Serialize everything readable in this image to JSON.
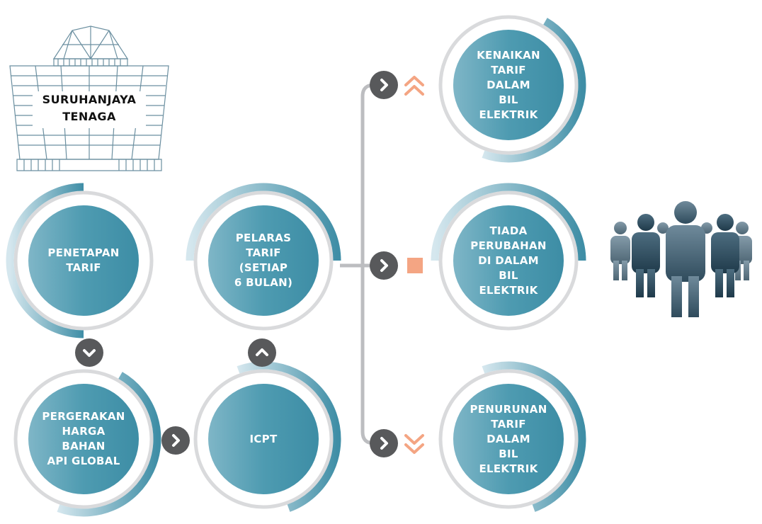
{
  "logo": {
    "line1": "SURUHANJAYA",
    "line2": "TENAGA",
    "icon": "building-icon"
  },
  "nodes": {
    "penetapan": "PENETAPAN\nTARIF",
    "pelaras": "PELARAS\nTARIF\n(SETIAP\n6 BULAN)",
    "pergerakan": "PERGERAKAN\nHARGA BAHAN\nAPI GLOBAL",
    "icpt": "ICPT",
    "kenaikan": "KENAIKAN\nTARIF DALAM\nBIL ELEKTRIK",
    "tiada": "TIADA\nPERUBAHAN\nDI DALAM BIL\nELEKTRIK",
    "penurunan": "PENURUNAN\nTARIF DALAM\nBIL ELEKTRIK"
  },
  "indicators": {
    "increase": "double-chevron-up-icon",
    "nochange": "square-icon",
    "decrease": "double-chevron-down-icon"
  },
  "consumers": "people-group-icon",
  "colors": {
    "node_fill": "#4e9bb1",
    "node_ring": "#d9dadc",
    "arc_dark": "#3f8ea6",
    "arc_light": "#d5e7ee",
    "button": "#58595b",
    "connector": "#bcbdc0",
    "indicator": "#f4a583",
    "people": "#3b5c70"
  }
}
